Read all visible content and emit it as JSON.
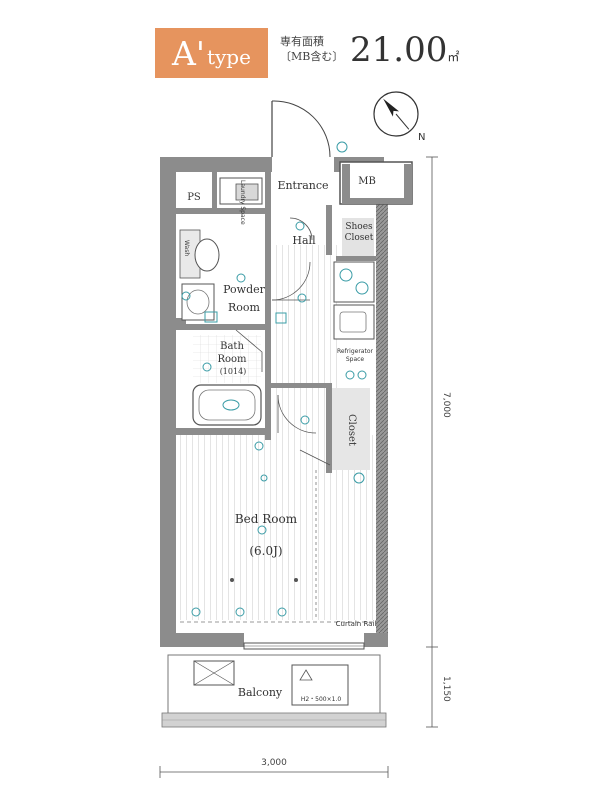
{
  "header": {
    "type_main": "A'",
    "type_sub": "type",
    "area_label_1": "専有面積",
    "area_label_2": "〔MB含む〕",
    "area_value": "21.00",
    "area_unit": "㎡"
  },
  "rooms": {
    "entrance": "Entrance",
    "mb": "MB",
    "ps": "PS",
    "hall": "Hall",
    "shoes_closet": "Shoes Closet",
    "powder_room": "Powder Room",
    "bath_room": "Bath Room",
    "bath_size": "(1014)",
    "bed_room": "Bed Room",
    "bed_size": "(6.0J)",
    "closet": "Closet",
    "balcony": "Balcony",
    "curtain_rail": "Curtain Rail",
    "refrigerator_space": "Refrigerator Space",
    "laundry_space": "Laundry Space",
    "wash_label": "Wash",
    "panel_note": "H2・500×1.0"
  },
  "dimensions": {
    "height_main": "7,000",
    "height_balcony": "1,150",
    "width": "3,000"
  },
  "compass": {
    "north": "N"
  }
}
